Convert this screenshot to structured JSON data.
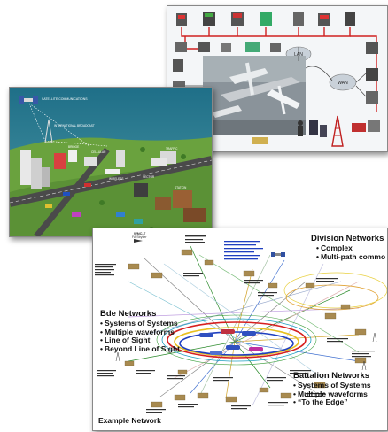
{
  "city_labels": {
    "satellite": "SATELLITE COMMUNICATIONS",
    "international": "INTERNATIONAL BROADCAST",
    "bridge": "BRIDGE",
    "cellular": "CELLULAR",
    "wireless": "WIRELESS",
    "sector": "SECTOR",
    "traffic": "TRAFFIC",
    "station": "STATION"
  },
  "airport_labels": {
    "lan": "LAN",
    "wan": "WAN"
  },
  "network": {
    "division": {
      "title": "Division Networks",
      "bullets": [
        "Complex",
        "Multi-path commo"
      ]
    },
    "bde": {
      "title": "Bde Networks",
      "bullets": [
        "Systems of Systems",
        "Multiple waveforms",
        "Line of Sight",
        "Beyond Line of Sight"
      ]
    },
    "battalion": {
      "title": "Battalion Networks",
      "bullets": [
        "Systems of Systems",
        "Multiple waveforms",
        "“To the Edge”"
      ]
    },
    "example": "Example Network",
    "node_labels": {
      "wnc": "WNC-T",
      "fa": "FA Stryker"
    }
  },
  "colors": {
    "city_sky": "#2e7d8e",
    "city_ground": "#6aa23e",
    "network_red": "#d62020",
    "network_yellow": "#e8c020",
    "network_blue": "#2040c0",
    "vehicle_tan": "#a88a50"
  }
}
